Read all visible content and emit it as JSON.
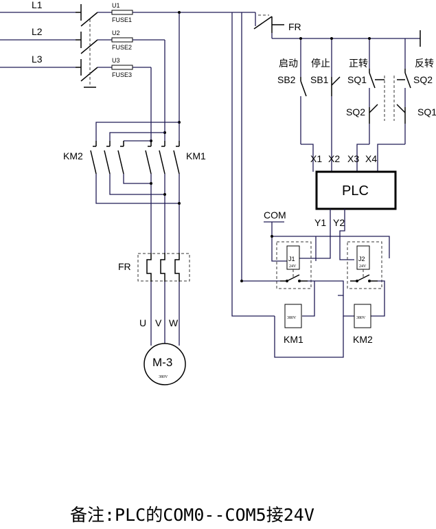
{
  "lines": {
    "l1": "L1",
    "l2": "L2",
    "l3": "L3"
  },
  "fuses": [
    {
      "id": "U1",
      "name": "FUSE1"
    },
    {
      "id": "U2",
      "name": "FUSE2"
    },
    {
      "id": "U3",
      "name": "FUSE3"
    }
  ],
  "contactors": {
    "km1": "KM1",
    "km2": "KM2"
  },
  "fr_main": "FR",
  "fr_control": "FR",
  "motor": {
    "name": "M-3",
    "voltage": "380V",
    "u": "U",
    "v": "V",
    "w": "W"
  },
  "buttons": {
    "start_cn": "启动",
    "start": "SB2",
    "stop_cn": "停止",
    "stop": "SB1",
    "fwd_cn": "正转",
    "fwd": "SQ1",
    "rev_cn": "反转",
    "rev": "SQ2",
    "sq2_lower": "SQ2",
    "sq1_lower": "SQ1"
  },
  "plc": {
    "label": "PLC",
    "inputs": [
      "X1",
      "X2",
      "X3",
      "X4"
    ],
    "outputs": [
      "Y1",
      "Y2"
    ],
    "com": "COM"
  },
  "relays": [
    {
      "name": "J1",
      "voltage": "24V"
    },
    {
      "name": "J2",
      "voltage": "24V"
    }
  ],
  "coils": [
    {
      "voltage": "380V",
      "name": "KM1"
    },
    {
      "voltage": "380V",
      "name": "KM2"
    }
  ],
  "note": "备注:PLC的COM0--COM5接24V"
}
